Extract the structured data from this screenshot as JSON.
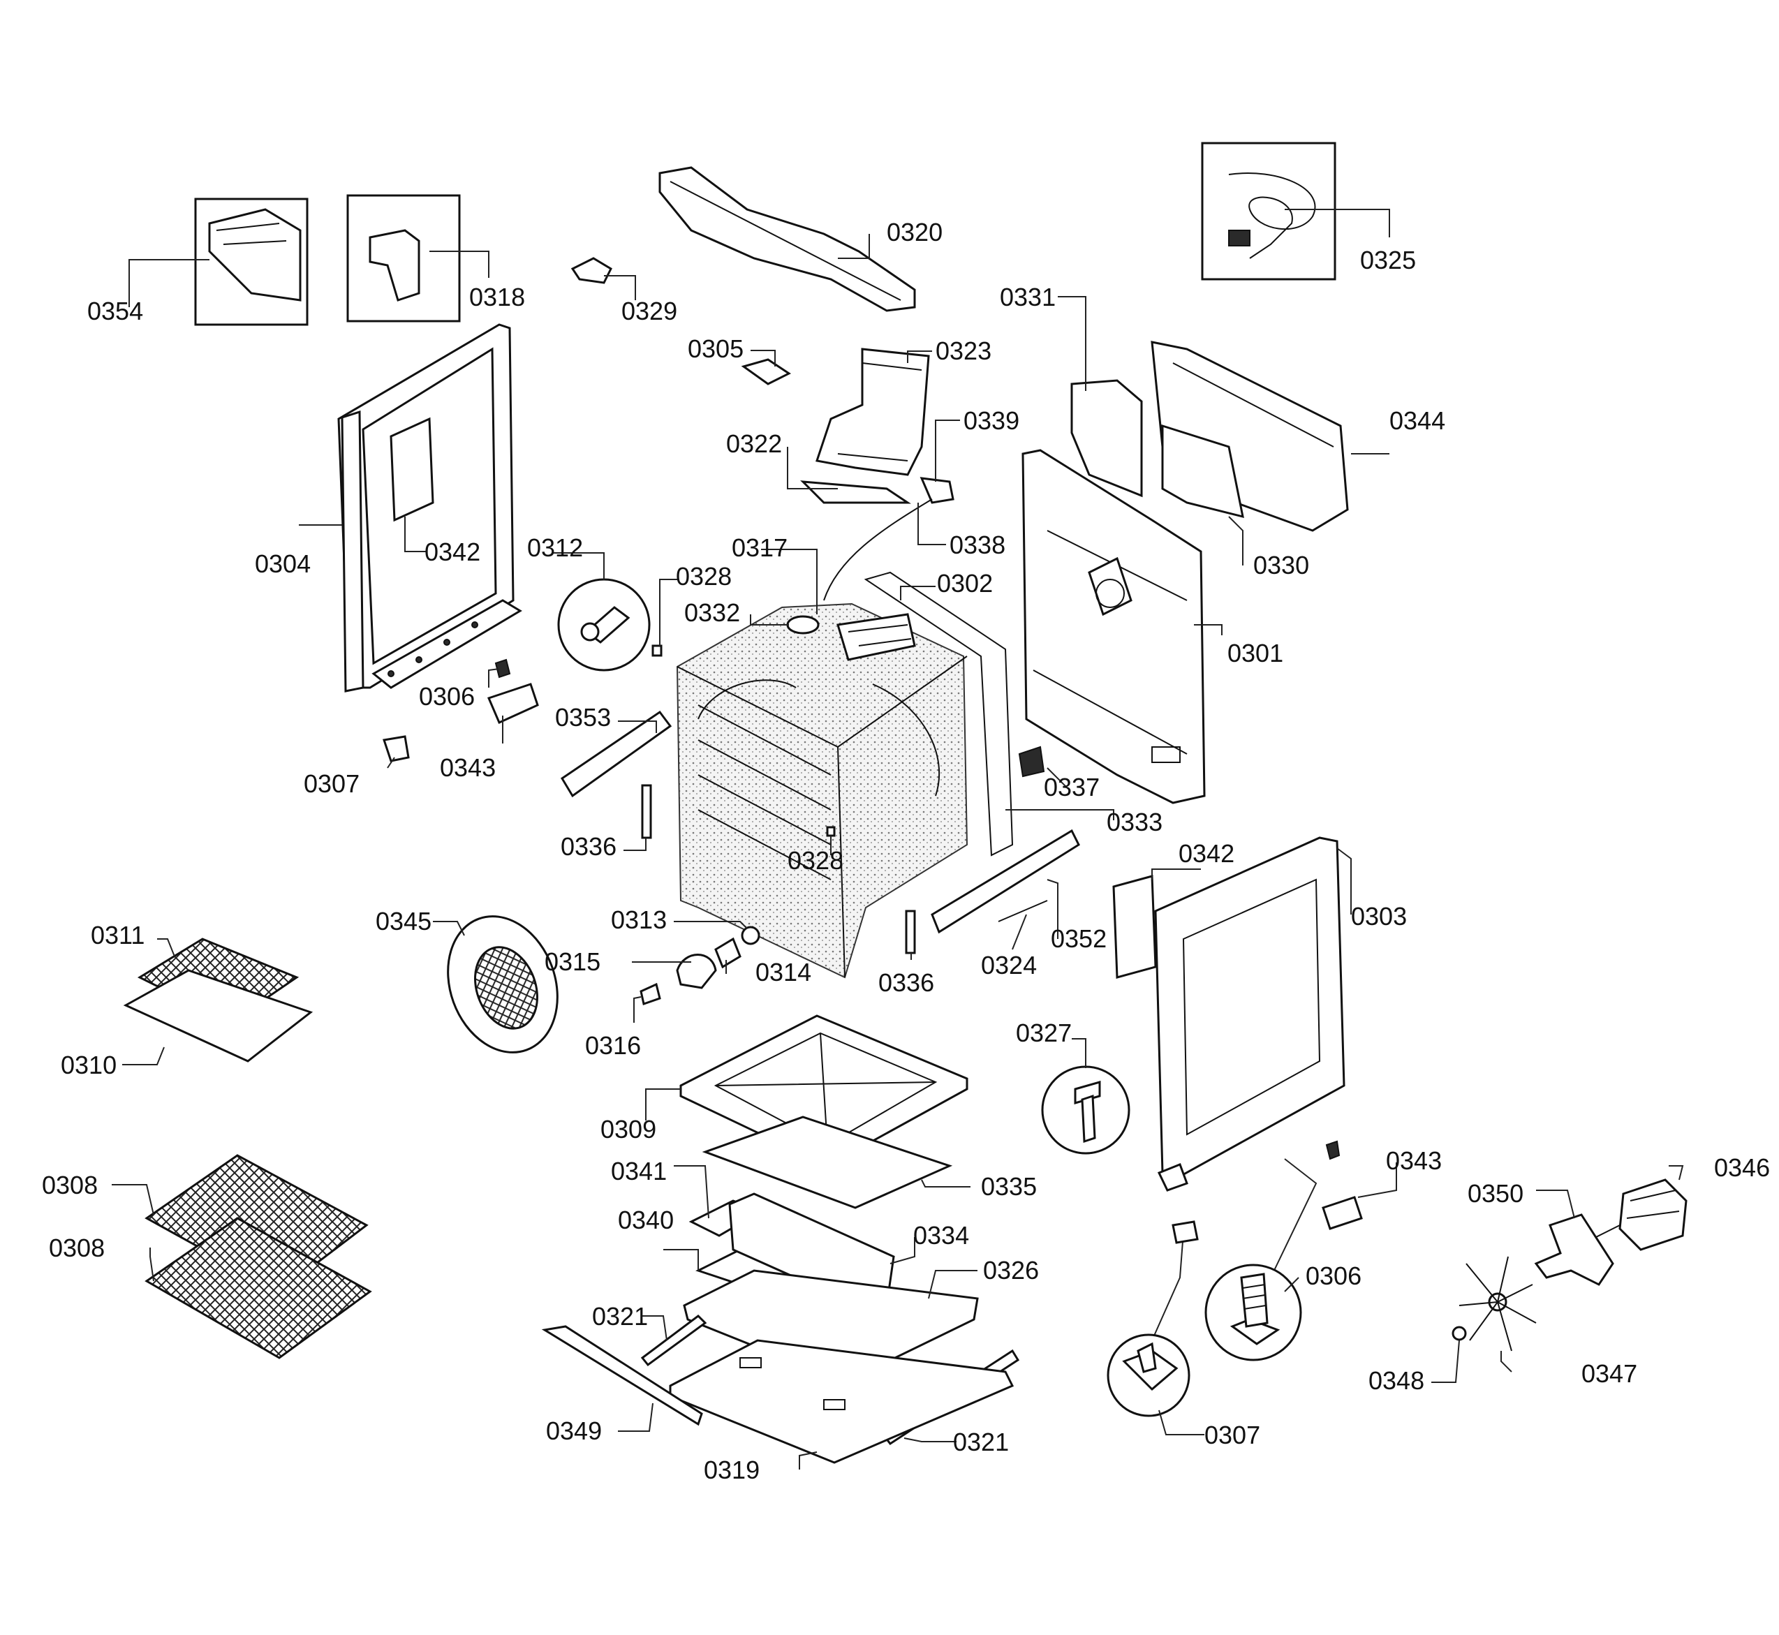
{
  "labels": [
    "0354",
    "0318",
    "0329",
    "0320",
    "0325",
    "0331",
    "0344",
    "0305",
    "0323",
    "0339",
    "0322",
    "0338",
    "0330",
    "0304",
    "0342",
    "0312",
    "0328",
    "0317",
    "0302",
    "0332",
    "0301",
    "0306",
    "0353",
    "0343",
    "0307",
    "0337",
    "0333",
    "0336",
    "0328",
    "0342",
    "0303",
    "0313",
    "0345",
    "0311",
    "0315",
    "0314",
    "0336",
    "0352",
    "0324",
    "0316",
    "0310",
    "0327",
    "0309",
    "0308",
    "0341",
    "0335",
    "0343",
    "0346",
    "0350",
    "0308",
    "0340",
    "0334",
    "0326",
    "0306",
    "0321",
    "0348",
    "0347",
    "0349",
    "0321",
    "0319",
    "0307"
  ]
}
